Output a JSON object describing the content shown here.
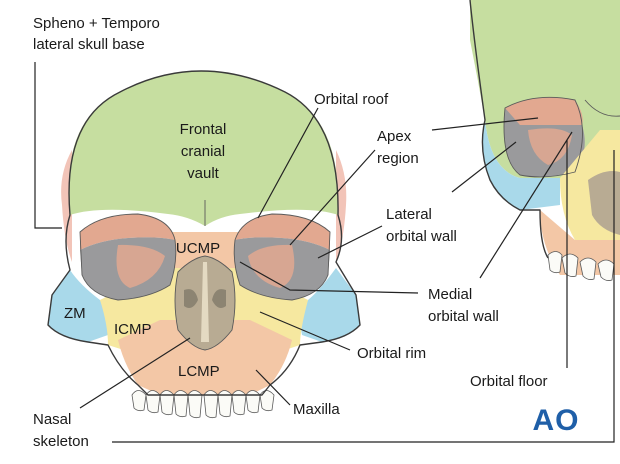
{
  "labels": {
    "spheno_temporo_line1": "Spheno + Temporo",
    "spheno_temporo_line2": "lateral skull base",
    "frontal_line1": "Frontal",
    "frontal_line2": "cranial",
    "frontal_line3": "vault",
    "orbital_roof": "Orbital roof",
    "apex_line1": "Apex",
    "apex_line2": "region",
    "lateral_orbital_line1": "Lateral",
    "lateral_orbital_line2": "orbital wall",
    "medial_orbital_line1": "Medial",
    "medial_orbital_line2": "orbital wall",
    "ucmp": "UCMP",
    "zm": "ZM",
    "icmp": "ICMP",
    "lcmp": "LCMP",
    "orbital_rim": "Orbital rim",
    "maxilla": "Maxilla",
    "nasal_line1": "Nasal",
    "nasal_line2": "skeleton",
    "orbital_floor": "Orbital floor"
  },
  "logo": {
    "text": "AO",
    "color": "#1f5fa8"
  },
  "colors": {
    "frontal_green": "#c6dea0",
    "orbit_roof_pink": "#e2a890",
    "orbit_grey": "#9a9a9c",
    "zygoma_blue": "#a9d9ea",
    "midface_yellow": "#f6e8a0",
    "maxilla_peach": "#f3c7a6",
    "lateral_base_pink": "#f2c4b8",
    "teeth": "#fbfbf7"
  }
}
